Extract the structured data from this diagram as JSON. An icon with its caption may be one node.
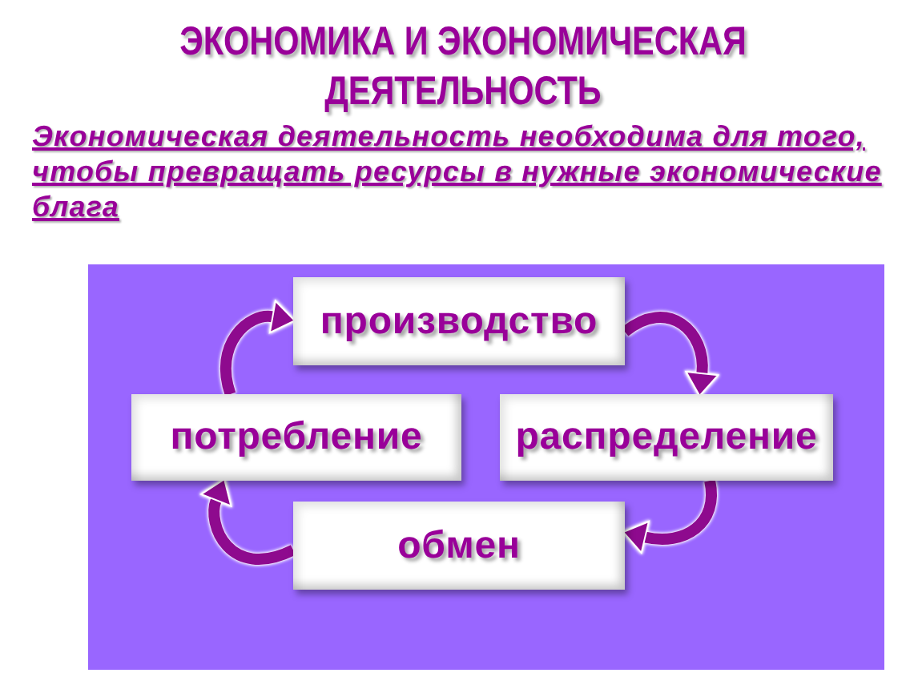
{
  "diagram": {
    "title": "ЭКОНОМИКА И ЭКОНОМИЧЕСКАЯ ДЕЯТЕЛЬНОСТЬ",
    "nodes": [
      {
        "text": [
          "производство"
        ]
      },
      {
        "text": [
          "потребление"
        ]
      },
      {
        "text": [
          "распределение"
        ]
      },
      {
        "text": [
          "обмен"
        ]
      }
    ],
    "edges": [
      {
        "from": 0,
        "to": 2,
        "arrow": "to"
      },
      {
        "from": 2,
        "to": 3,
        "arrow": "to"
      },
      {
        "from": 3,
        "to": 1,
        "arrow": "to"
      },
      {
        "from": 1,
        "to": 0,
        "arrow": "to"
      }
    ],
    "labels": [
      "Экономическая деятельность необходима для того, чтобы превращать ресурсы в нужные экономические блага"
    ]
  }
}
